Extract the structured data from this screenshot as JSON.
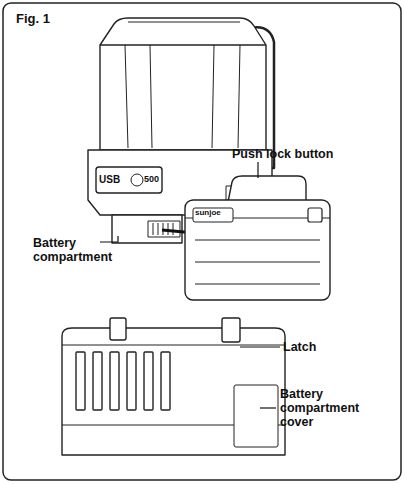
{
  "diagram": {
    "title": "Fig. 1",
    "labels": [
      "USB",
      "500",
      "Push lock button",
      "sunjoe",
      "Battery compartment",
      "Latch",
      "Battery compartment cover"
    ]
  }
}
